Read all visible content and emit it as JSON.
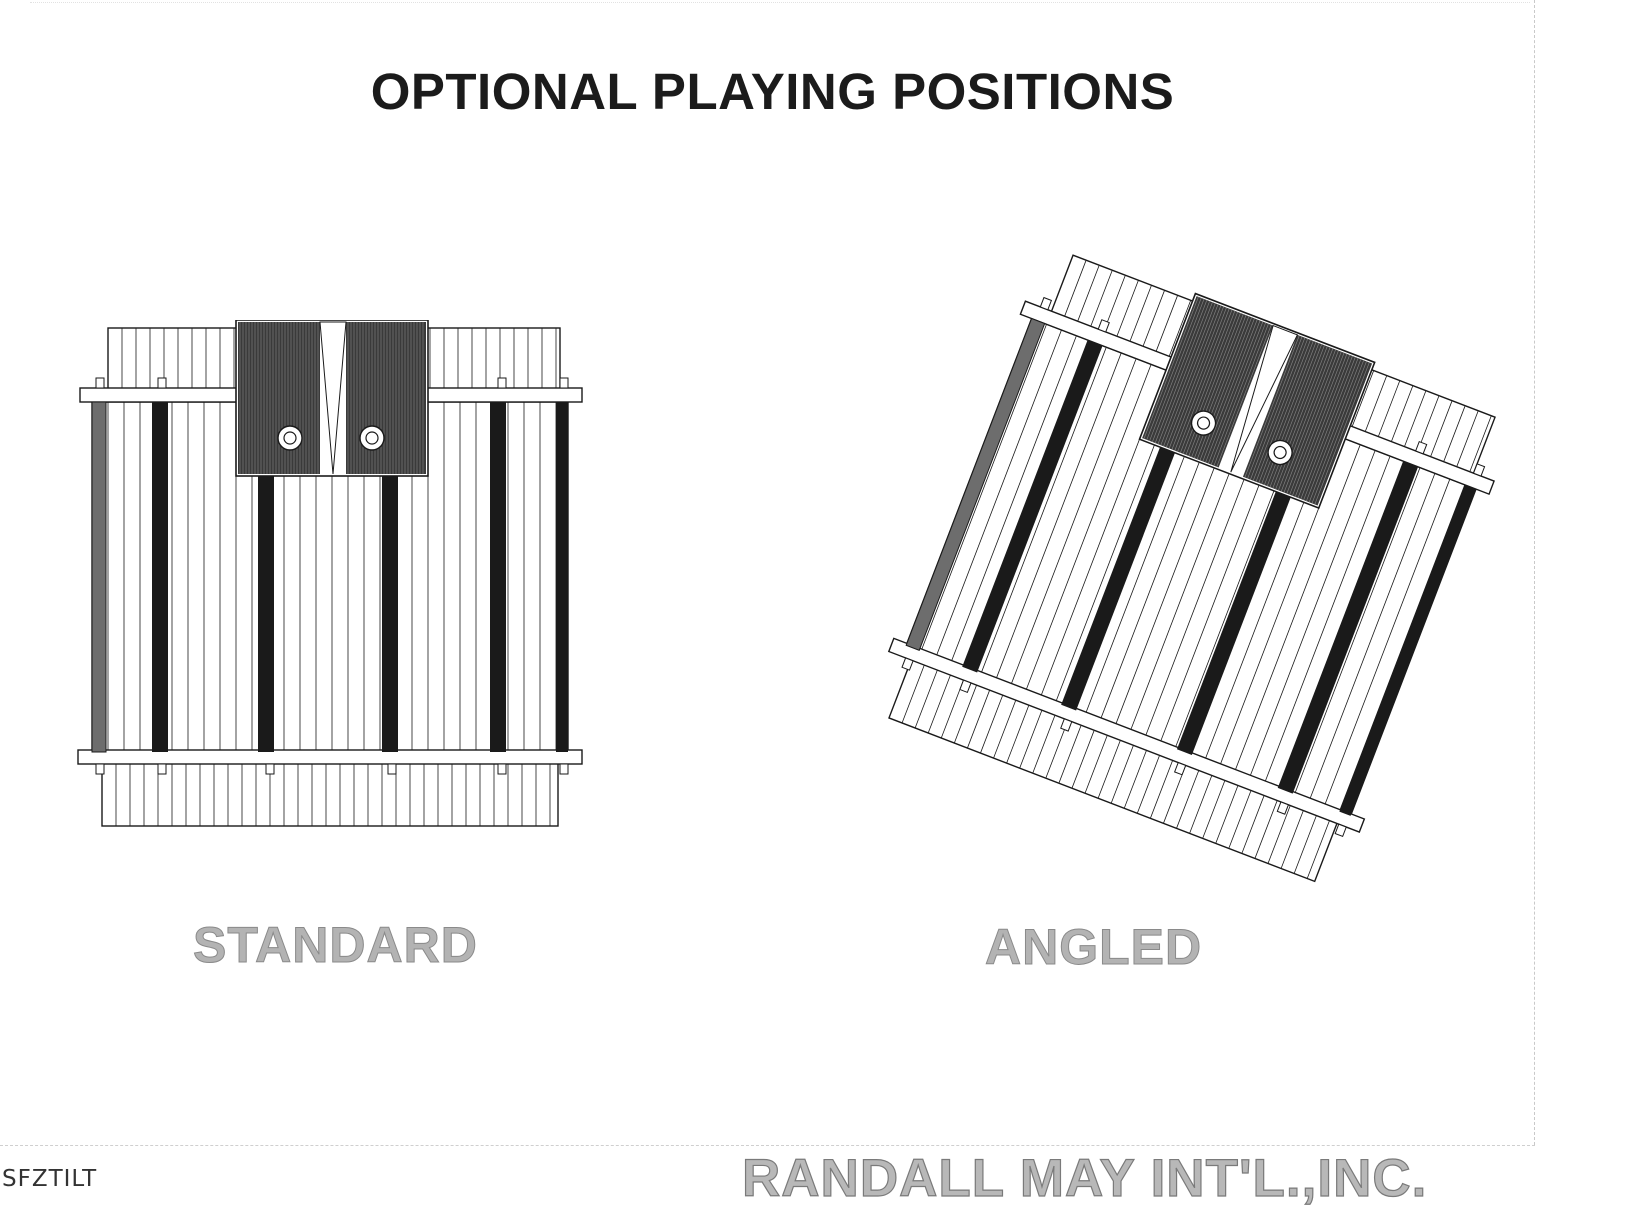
{
  "title": "OPTIONAL PLAYING POSITIONS",
  "captions": {
    "standard": "STANDARD",
    "angled": "ANGLED"
  },
  "footer": {
    "drawing_code": "SFZTILT",
    "company": "RANDALL MAY INT'L.,INC."
  },
  "colors": {
    "ink": "#1a1a1a",
    "paper": "#ffffff",
    "caption_gray": "#b3b3b3"
  },
  "angled_tilt_degrees": 21
}
